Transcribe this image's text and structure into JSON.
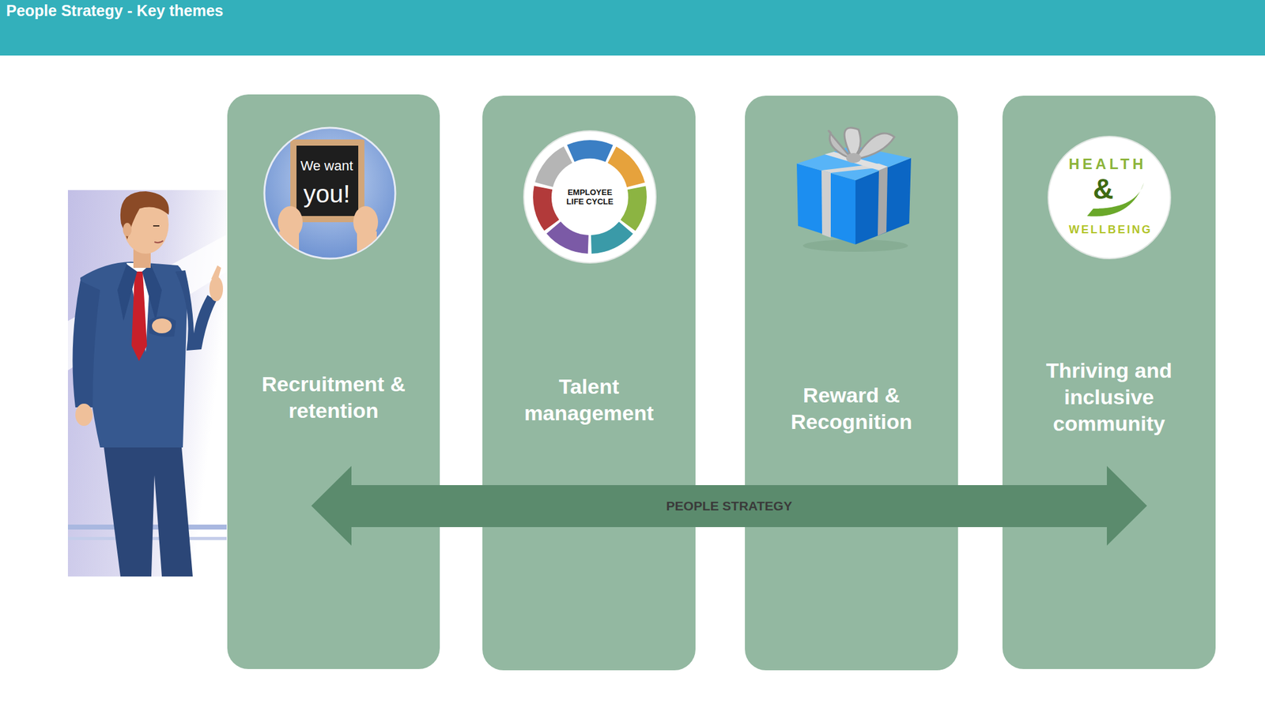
{
  "diagram": {
    "title": "People Strategy - Key themes",
    "nodes": [
      {
        "text": [
          "Recruitment & retention"
        ]
      },
      {
        "text": [
          "Talent management"
        ]
      },
      {
        "text": [
          "Reward & Recognition"
        ]
      },
      {
        "text": [
          "Thriving and inclusive community"
        ]
      },
      {
        "text": [
          "PEOPLE STRATEGY"
        ]
      }
    ],
    "labels": [
      "We want",
      "you!",
      "EMPLOYEE LIFE CYCLE",
      "HEALTH",
      "&",
      "WELLBEING"
    ]
  }
}
